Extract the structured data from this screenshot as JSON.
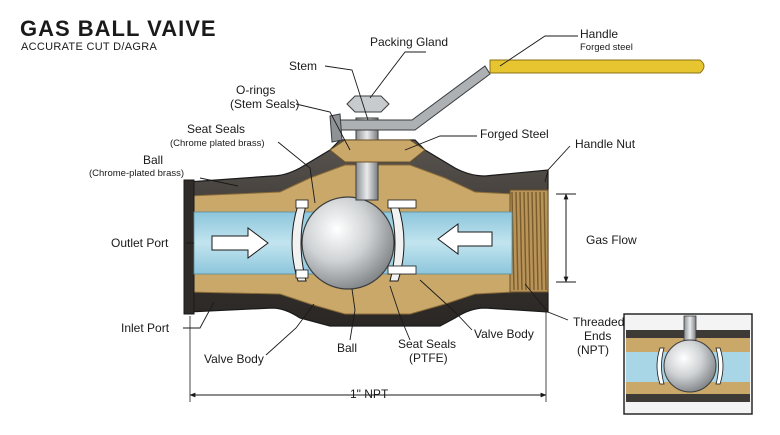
{
  "title": "GAS BALL VAIVE",
  "subtitle": "ACCURATE CUT D/AGRA",
  "labels": {
    "handle": "Handle",
    "handle_sub": "Forged steel",
    "packing_gland": "Packing Gland",
    "stem": "Stem",
    "o_rings": "O-rings",
    "o_rings_sub": "(Stem Seals)",
    "seat_seals_top": "Seat Seals",
    "seat_seals_top_sub": "(Chrome plated brass)",
    "forged_steel": "Forged Steel",
    "ball_left": "Ball",
    "ball_left_sub": "(Chrome-plated brass)",
    "handle_nut": "Handle Nut",
    "outlet_port": "Outlet Port",
    "gas_flow": "Gas Flow",
    "inlet_port": "Inlet Port",
    "threaded_ends_1": "Threaded",
    "threaded_ends_2": "Ends",
    "threaded_ends_3": "(NPT)",
    "valve_body_left": "Valve Body",
    "ball_bottom": "Ball",
    "seat_seals_bottom": "Seat Seals",
    "seat_seals_bottom_sub": "(PTFE)",
    "valve_body_right": "Valve Body",
    "dimension": "1\" NPT"
  },
  "colors": {
    "brass": "#c9a86a",
    "steel_dark": "#3e3b37",
    "bore": "#a8d6e6",
    "handle_grip": "#e6c531",
    "ball": "#d4d6d8"
  }
}
